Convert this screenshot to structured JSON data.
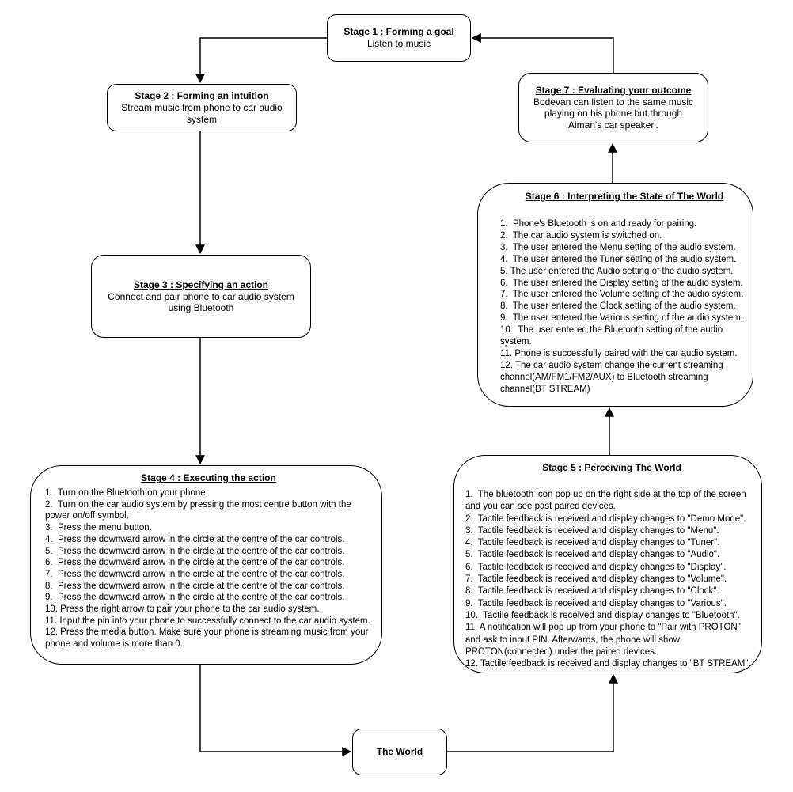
{
  "stage1": {
    "title": "Stage 1 : Forming a goal",
    "body": "Listen to music"
  },
  "stage2": {
    "title": "Stage 2 : Forming an intuition",
    "body": "Stream music from phone to car audio system"
  },
  "stage3": {
    "title": "Stage 3 : Specifying an action",
    "body": "Connect and pair phone to car audio system using Bluetooth"
  },
  "stage4": {
    "title": "Stage 4 : Executing the action",
    "items": [
      "1.  Turn on the Bluetooth on your phone.",
      "2.  Turn on the car audio system by pressing the most centre button with the power on/off symbol.",
      "3.  Press the menu button.",
      "4.  Press the downward arrow in the circle at the centre of the car controls.",
      "5.  Press the downward arrow in the circle at the centre of the car controls.",
      "6.  Press the downward arrow in the circle at the centre of the car controls.",
      "7.  Press the downward arrow in the circle at the centre of the car controls.",
      "8.  Press the downward arrow in the circle at the centre of the car controls.",
      "9.  Press the downward arrow in the circle at the centre of the car controls.",
      "10. Press the right arrow to pair your phone to the car audio system.",
      "11. Input the pin into your phone to successfully connect to the car audio system.",
      "12. Press the media button. Make sure your phone is streaming music from your phone and volume is more than 0."
    ]
  },
  "stage5": {
    "title": "Stage 5 : Perceiving The World",
    "items": [
      "1.  The bluetooth icon pop up on the right side at the top of the screen and you can see past paired devices.",
      "2.  Tactile feedback is received and display changes to \"Demo Mode\".",
      "3.  Tactile feedback is received and display changes to \"Menu\".",
      "4.  Tactile feedback is received and display changes to \"Tuner\".",
      "5.  Tactile feedback is received and display changes to \"Audio\".",
      "6.  Tactile feedback is received and display changes to \"Display\".",
      "7.  Tactile feedback is received and display changes to \"Volume\".",
      "8.  Tactile feedback is received and display changes to \"Clock\".",
      "9.  Tactile feedback is received and display changes to \"Various\".",
      "10.  Tactile feedback is received and display changes to \"Bluetooth\".",
      "11. A notification will pop up from your phone to \"Pair with PROTON\" and ask to input PIN. Afterwards, the phone will show PROTON(connected) under the paired devices.",
      "12. Tactile feedback is received and display changes to \"BT STREAM\"."
    ]
  },
  "stage6": {
    "title": "Stage 6 : Interpreting the State of The World",
    "items": [
      "1.  Phone's Bluetooth is on and ready for pairing.",
      "2.  The car audio system is switched on.",
      "3.  The user entered the Menu setting of the audio system.",
      "4.  The user entered the Tuner setting of the audio system.",
      "5. The user entered the Audio setting of the audio system.",
      "6.  The user entered the Display setting of the audio system.",
      "7.  The user entered the Volume setting of the audio system.",
      "8.  The user entered the Clock setting of the audio system.",
      "9.  The user entered the Various setting of the audio system.",
      "10.  The user entered the Bluetooth setting of the audio system.",
      "11. Phone is successfully paired with the car audio system.",
      "12. The car audio system change the current streaming channel(AM/FM1/FM2/AUX) to Bluetooth streaming channel(BT STREAM)"
    ]
  },
  "stage7": {
    "title": "Stage 7 : Evaluating your outcome",
    "body": "Bodevan can listen to the same music playing on his phone but through Aiman's car speaker'."
  },
  "world": {
    "title": "The World"
  },
  "colors": {
    "stroke": "#000000",
    "background": "#ffffff"
  }
}
